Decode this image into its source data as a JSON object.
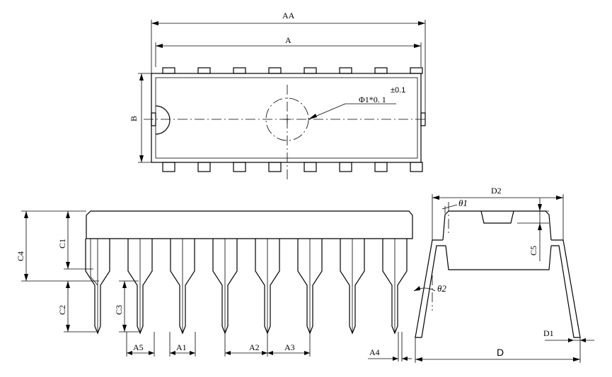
{
  "labels": {
    "AA": "AA",
    "A": "A",
    "B": "B",
    "tolerance_top": "±0.1",
    "tolerance_hole": "Φ1*0. 1",
    "C1": "C1",
    "C2": "C2",
    "C3": "C3",
    "C4": "C4",
    "C5": "C5",
    "A1": "A1",
    "A2": "A2",
    "A3": "A3",
    "A4": "A4",
    "A5": "A5",
    "D": "D",
    "D1": "D1",
    "D2": "D2",
    "theta1": "θ1",
    "theta2": "θ2"
  },
  "colors": {
    "line": "#000000",
    "background": "#ffffff"
  }
}
